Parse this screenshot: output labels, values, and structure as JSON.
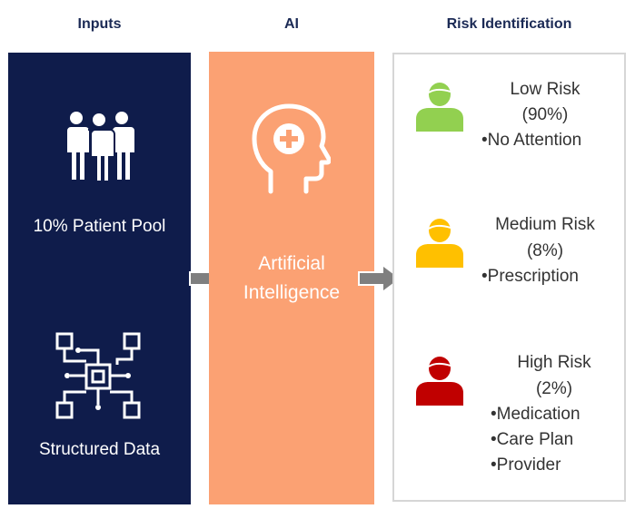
{
  "headings": {
    "inputs": "Inputs",
    "ai": "AI",
    "risk": "Risk Identification"
  },
  "inputs": {
    "patient_pool": "10% Patient Pool",
    "structured_data": "Structured Data"
  },
  "ai": {
    "line1": "Artificial",
    "line2": "Intelligence"
  },
  "risks": {
    "low": {
      "title": "Low Risk",
      "pct": "(90%)",
      "actions": [
        "No Attention"
      ],
      "color": "#92d050"
    },
    "medium": {
      "title": "Medium Risk",
      "pct": "(8%)",
      "actions": [
        "Prescription"
      ],
      "color": "#ffc000"
    },
    "high": {
      "title": "High Risk",
      "pct": "(2%)",
      "actions": [
        "Medication",
        "Care Plan",
        "Provider"
      ],
      "color": "#c00000"
    }
  },
  "colors": {
    "inputs_panel": "#0f1c4b",
    "ai_panel": "#fba173",
    "arrow": "#7f7f7f",
    "heading": "#1b2a55"
  },
  "icons": [
    "people-group-icon",
    "circuit-icon",
    "head-plus-icon",
    "person-icon"
  ]
}
